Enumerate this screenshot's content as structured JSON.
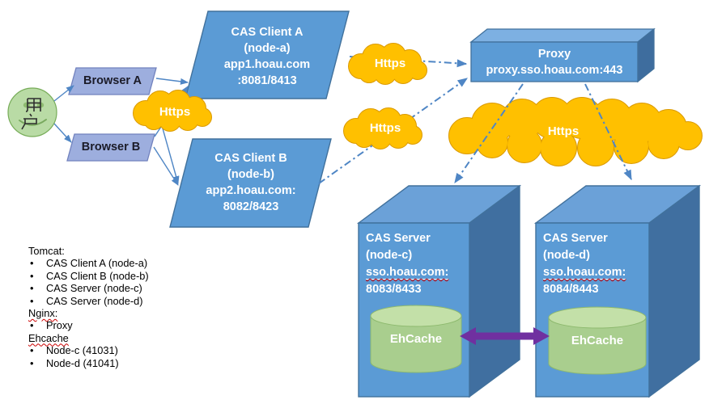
{
  "user": {
    "label": "用户"
  },
  "browsers": [
    {
      "label": "Browser A"
    },
    {
      "label": "Browser B"
    }
  ],
  "clients": [
    {
      "lines": [
        "CAS Client A",
        "(node-a)",
        "app1.hoau.com",
        ":8081/8413"
      ]
    },
    {
      "lines": [
        "CAS Client B",
        "(node-b)",
        "app2.hoau.com:",
        "8082/8423"
      ]
    }
  ],
  "proxy": {
    "lines": [
      "Proxy",
      "proxy.sso.hoau.com:443"
    ]
  },
  "clouds": [
    {
      "label": "Https"
    },
    {
      "label": "Https"
    },
    {
      "label": "Https"
    },
    {
      "label": "Https"
    }
  ],
  "servers": [
    {
      "lines": [
        "CAS Server",
        "(node-c)",
        "sso.hoau.com:",
        "8083/8433"
      ],
      "cache_label": "EhCache"
    },
    {
      "lines": [
        "CAS Server",
        "(node-d)",
        "sso.hoau.com:",
        "8084/8443"
      ],
      "cache_label": "EhCache"
    }
  ],
  "legend": {
    "bullet": "•",
    "sections": [
      {
        "title": "Tomcat:",
        "items": [
          "CAS Client A (node-a)",
          "CAS Client B (node-b)",
          "CAS Server (node-c)",
          "CAS Server (node-d)"
        ]
      },
      {
        "title": "Nginx:",
        "items": [
          "Proxy"
        ]
      },
      {
        "title": "Ehcache",
        "items": [
          "Node-c (41031)",
          "Node-d (41041)"
        ]
      }
    ]
  },
  "colors": {
    "node_fill": "#5B9BD5",
    "node_border": "#41719C",
    "browser_fill": "#9DAEDE",
    "cloud_fill": "#FFC000",
    "cylinder_fill": "#A9CE8E",
    "user_fill": "#B9DBA5",
    "sync_arrow": "#7030A0",
    "connector": "#4F86C5",
    "squiggle": "#CC0000"
  }
}
